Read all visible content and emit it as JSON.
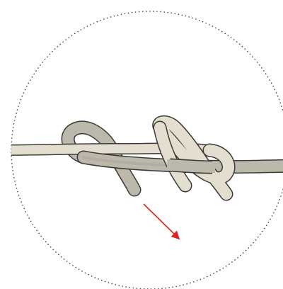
{
  "diagram": {
    "circle_border": "dotted",
    "colors": {
      "background": "#ffffff",
      "frame_dots": "#4a4a4a",
      "dark_rope_fill": "#bcb8ac",
      "dark_rope_shade": "#a7a397",
      "light_rope_fill": "#e4ded0",
      "rope_outline": "#3b3b35",
      "arrow": "#e02424"
    },
    "ropes": [
      "dark-rope",
      "light-rope"
    ],
    "arrow_direction": "down-right",
    "icons": {
      "arrow": "pull-direction-arrow-icon"
    }
  }
}
